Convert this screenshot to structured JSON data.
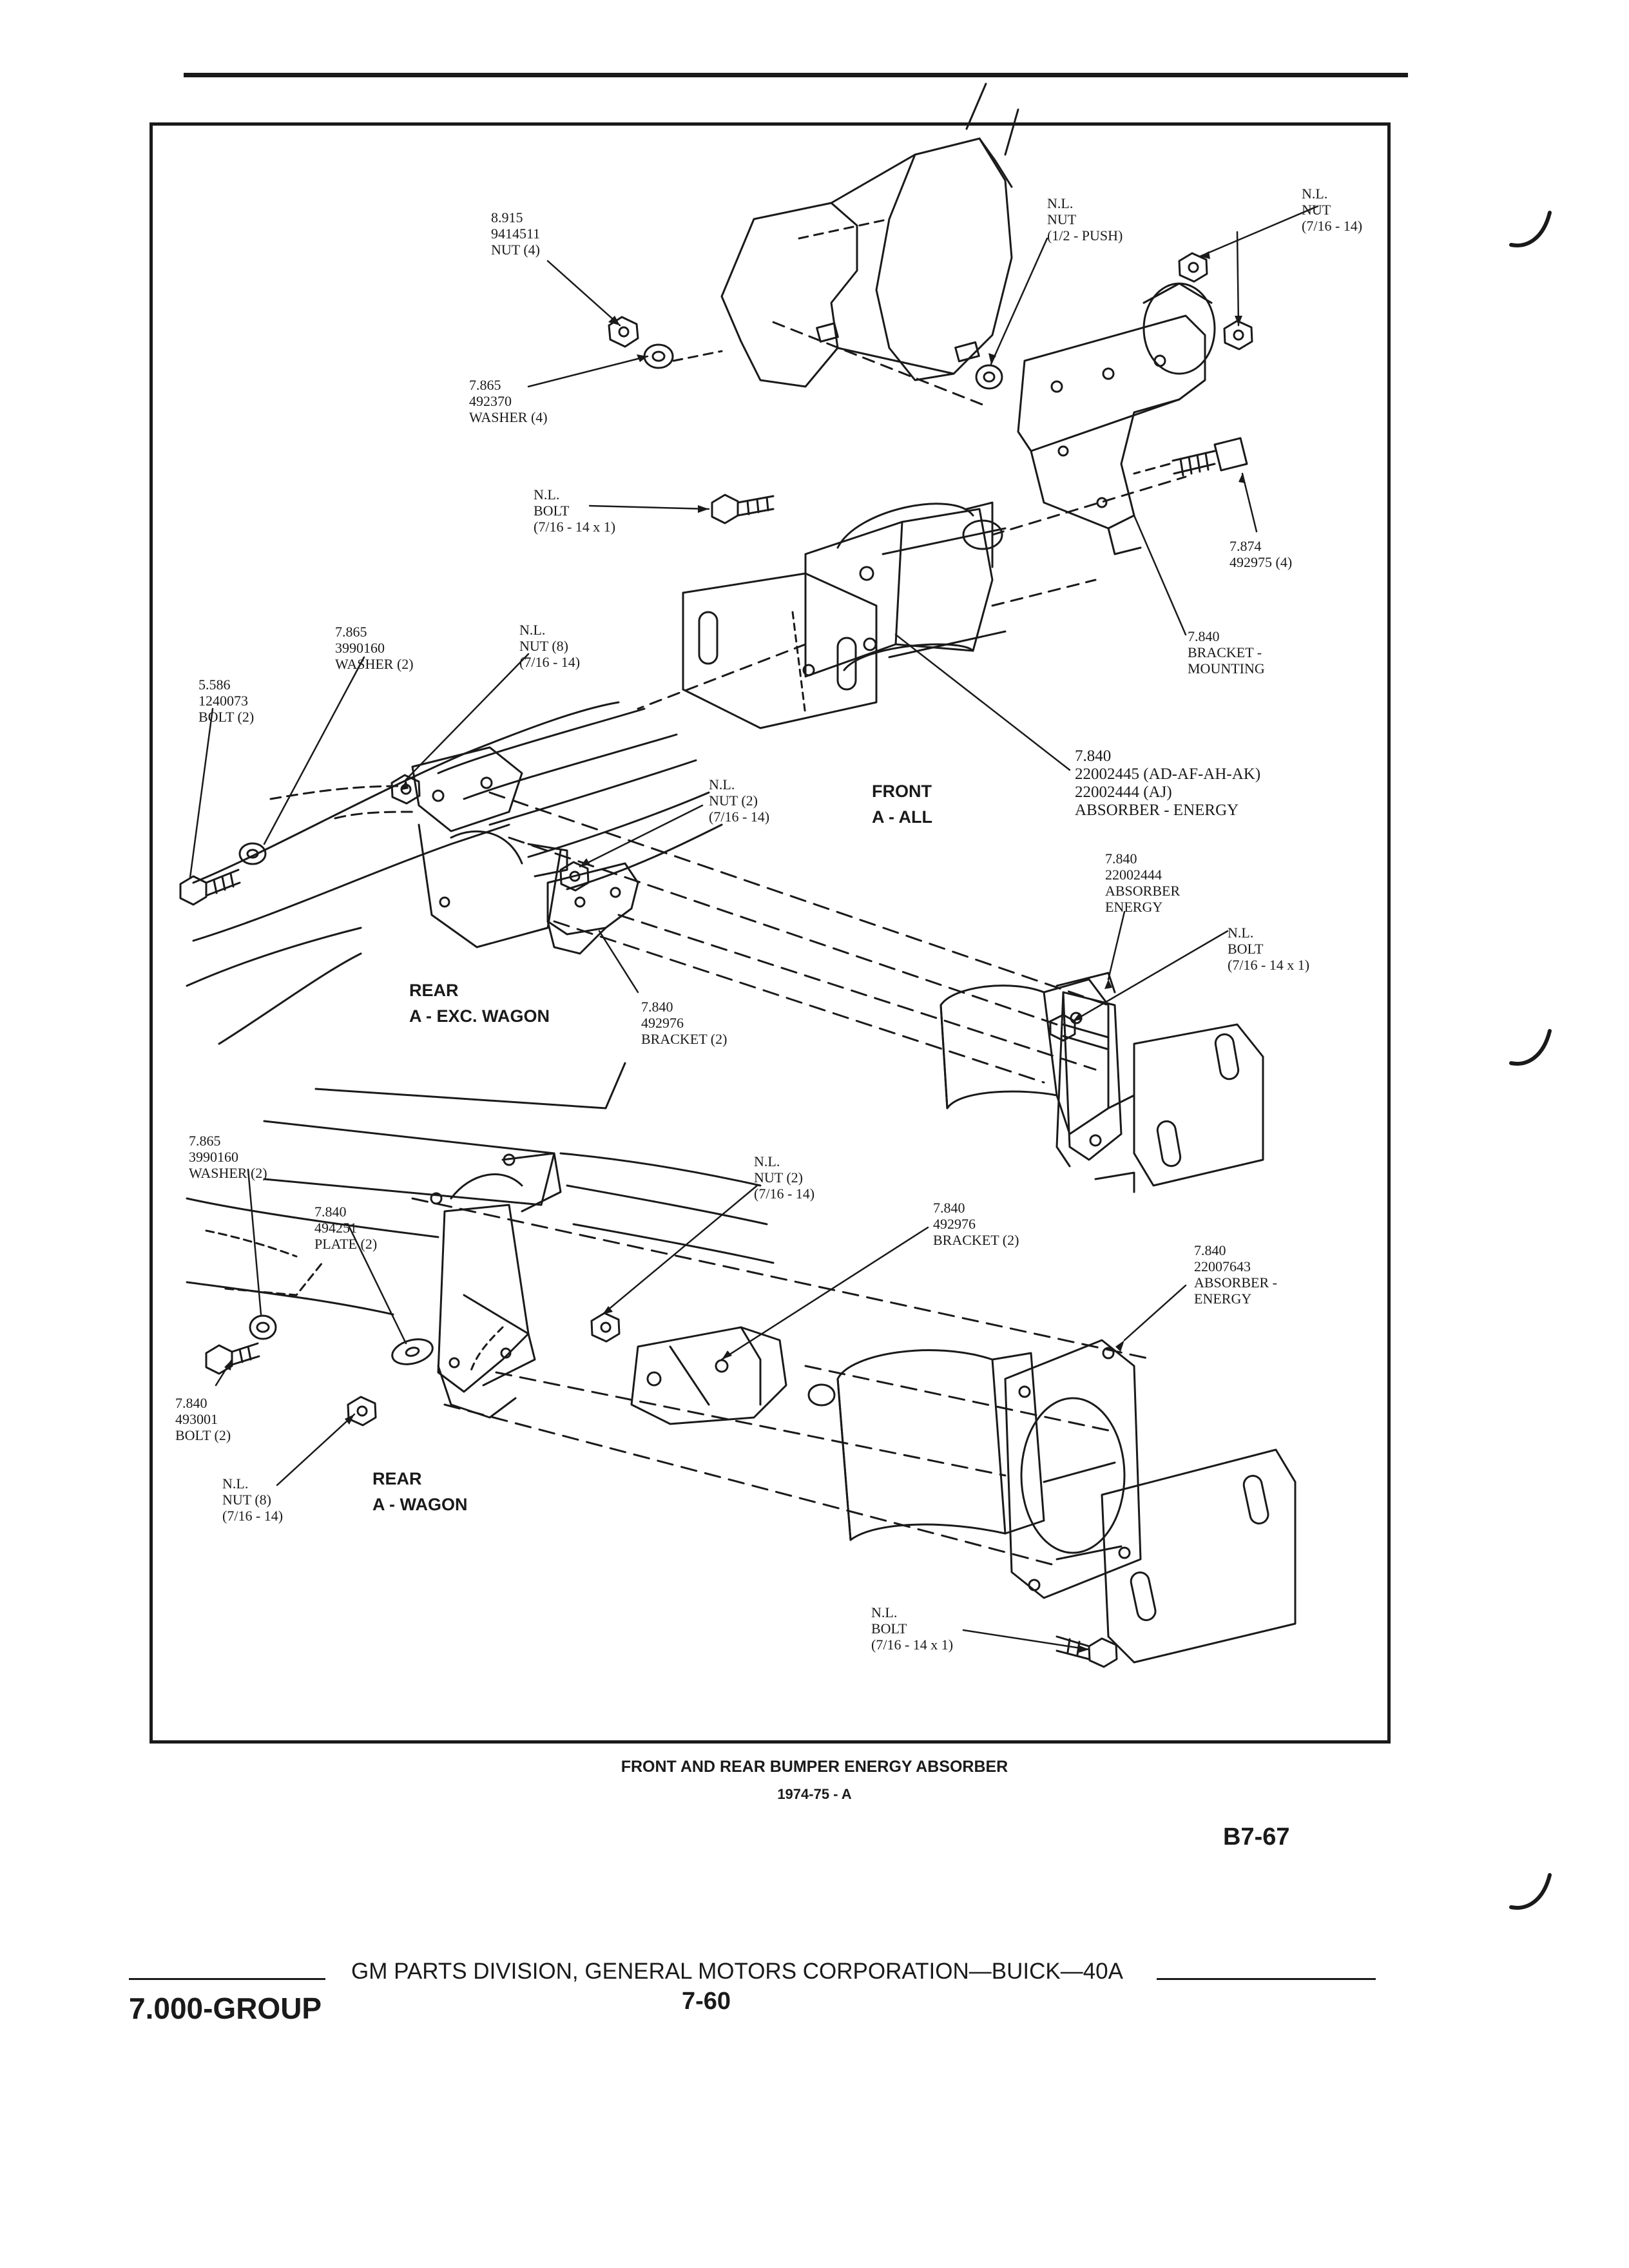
{
  "labels": {
    "nut_8915": "8.915\n9414511\nNUT (4)",
    "washer_7865_top": "7.865\n492370\nWASHER (4)",
    "nut_half_push": "N.L.\nNUT\n(1/2 - PUSH)",
    "nut_top_right": "N.L.\nNUT\n(7/16 - 14)",
    "bolt_top": "N.L.\nBOLT\n(7/16 - 14 x 1)",
    "bolt_7874": "7.874\n492975 (4)",
    "bracket_mounting": "7.840\nBRACKET -\nMOUNTING",
    "washer_7865_mid": "7.865\n3990160\nWASHER (2)",
    "nut_8_mid": "N.L.\nNUT (8)\n(7/16 - 14)",
    "bolt_5586": "5.586\n1240073\nBOLT (2)",
    "nut_2_mid": "N.L.\nNUT (2)\n(7/16 - 14)",
    "absorber_front": "7.840\n22002445 (AD-AF-AH-AK)\n22002444 (AJ)\nABSORBER - ENERGY",
    "absorber_rear": "7.840\n22002444\nABSORBER\nENERGY",
    "bolt_rear_mid": "N.L.\nBOLT\n(7/16 - 14 x 1)",
    "bracket_rear_mid": "7.840\n492976\nBRACKET (2)",
    "washer_7865_low": "7.865\n3990160\nWASHER (2)",
    "plate_7840": "7.840\n494251\nPLATE (2)",
    "nut_2_low": "N.L.\nNUT (2)\n(7/16 - 14)",
    "bracket_low": "7.840\n492976\nBRACKET (2)",
    "absorber_wagon": "7.840\n22007643\nABSORBER -\nENERGY",
    "bolt_7840_low": "7.840\n493001\nBOLT (2)",
    "nut_8_low": "N.L.\nNUT (8)\n(7/16 - 14)",
    "bolt_bottom": "N.L.\nBOLT\n(7/16 - 14 x 1)"
  },
  "sections": {
    "front": "FRONT\nA - ALL",
    "rear_exc_wagon": "REAR\nA - EXC. WAGON",
    "rear_wagon": "REAR\nA - WAGON"
  },
  "caption": {
    "title": "FRONT AND REAR BUMPER ENERGY ABSORBER",
    "subtitle": "1974-75 - A"
  },
  "figure_code": "B7-67",
  "footer": {
    "group": "7.000-GROUP",
    "corporation": "GM PARTS DIVISION, GENERAL MOTORS CORPORATION—BUICK—40A",
    "page": "7-60"
  }
}
